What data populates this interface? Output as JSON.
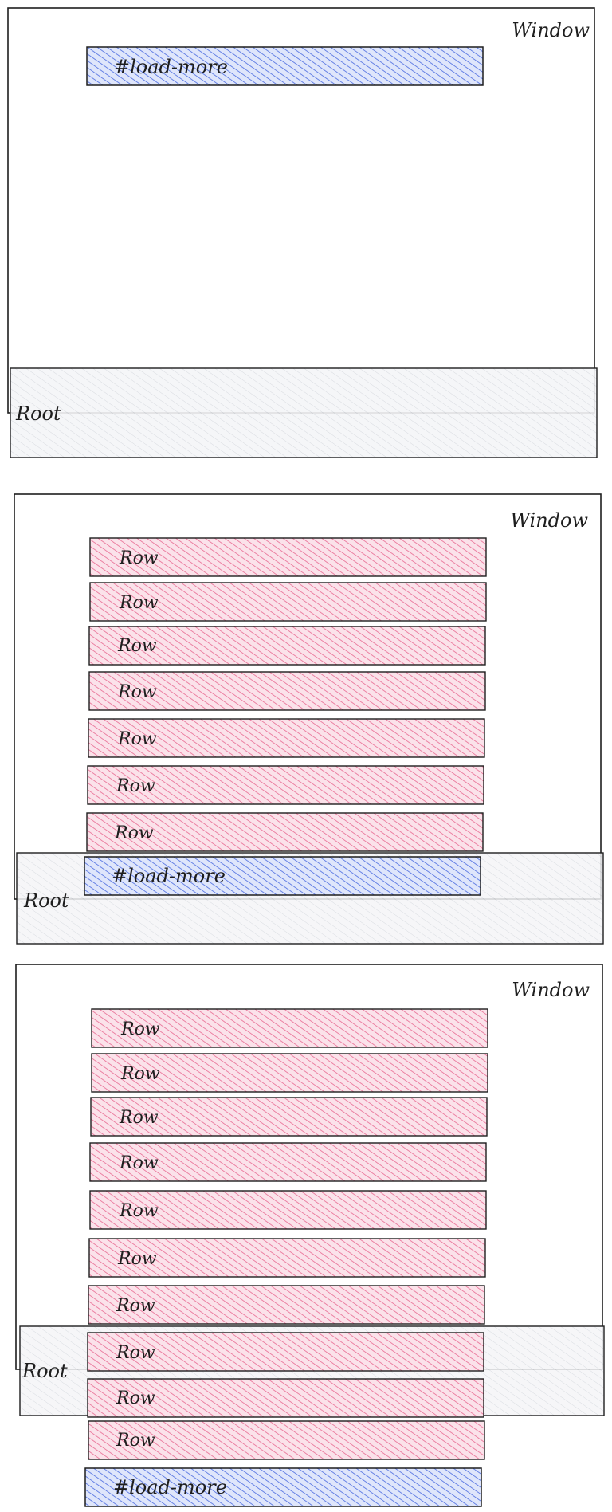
{
  "labels": {
    "window": "Window",
    "root": "Root",
    "load_more": "#load-more",
    "row": "Row"
  },
  "colors": {
    "stroke": "#1e1e1e",
    "load_more_fill": "#4a6ae0",
    "row_fill": "#e86a92",
    "root_fill": "#b9bec6"
  }
}
